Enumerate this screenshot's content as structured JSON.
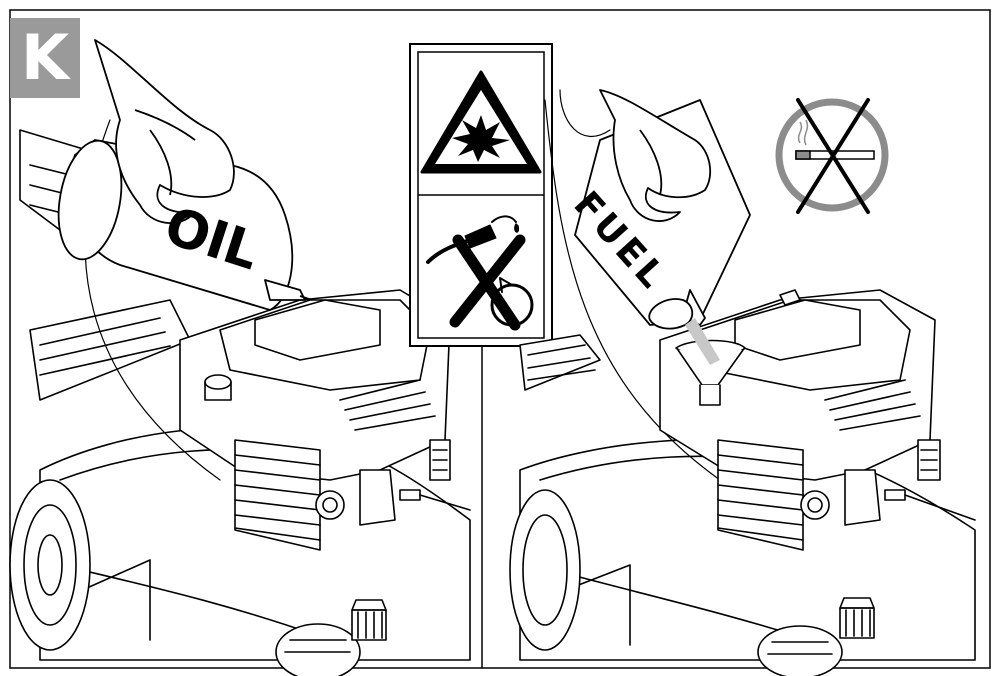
{
  "badge": {
    "letter": "K"
  },
  "left_panel": {
    "container_label": "OIL"
  },
  "right_panel": {
    "container_label": "FUEL"
  },
  "warning_strip": {
    "icons": [
      "explosion-warning-icon",
      "no-refuel-hot-engine-icon"
    ]
  },
  "right_panel_sign": {
    "icon": "no-smoking-icon"
  },
  "colors": {
    "line": "#000000",
    "badge": "#9a9a9a",
    "sign_ring": "#8c8c8c"
  }
}
